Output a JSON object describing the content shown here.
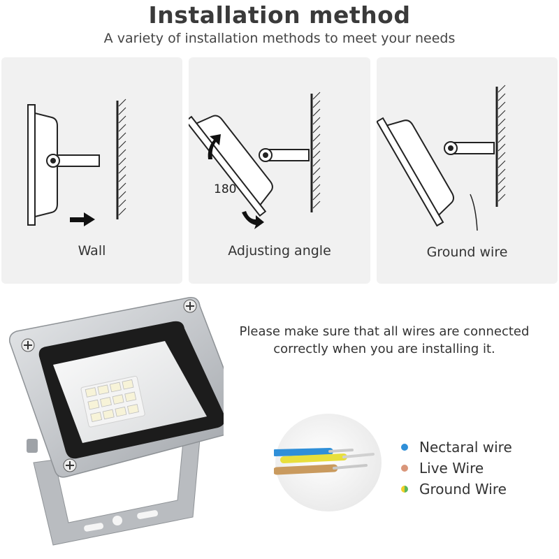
{
  "header": {
    "title": "Installation method",
    "subtitle": "A variety of installation methods to meet your needs"
  },
  "methods": [
    {
      "label": "Wall"
    },
    {
      "label": "Adjusting angle",
      "angle_text": "180"
    },
    {
      "label": "Ground wire"
    }
  ],
  "notice": {
    "line1": "Please make sure that all wires are connected",
    "line2": "correctly when you are installing it."
  },
  "wire_legend": [
    {
      "label": "Nectaral wire",
      "color": "#2f8fd8"
    },
    {
      "label": "Live Wire",
      "color": "#d9967a"
    },
    {
      "label": "Ground Wire",
      "colors": [
        "#f2d028",
        "#5cb85c"
      ]
    }
  ],
  "colors": {
    "panel_bg": "#f1f1f1",
    "housing": "#c9ccd0",
    "wire_blue": "#2f8fd8",
    "wire_brown": "#c99a5e",
    "wire_yellow": "#e8df3c"
  }
}
